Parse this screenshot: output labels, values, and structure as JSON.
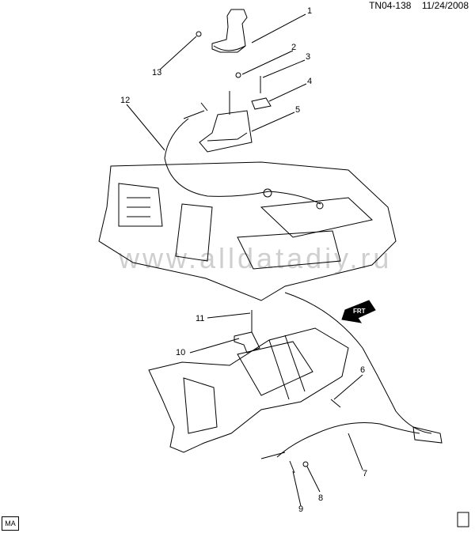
{
  "header": {
    "code": "TN04-138",
    "date": "11/24/2008"
  },
  "footer": {
    "badge": "MA"
  },
  "watermark": "www.alldatadiy.ru",
  "callouts": [
    {
      "n": "1"
    },
    {
      "n": "2"
    },
    {
      "n": "3"
    },
    {
      "n": "4"
    },
    {
      "n": "5"
    },
    {
      "n": "6"
    },
    {
      "n": "7"
    },
    {
      "n": "8"
    },
    {
      "n": "9"
    },
    {
      "n": "10"
    },
    {
      "n": "11"
    },
    {
      "n": "12"
    },
    {
      "n": "13"
    }
  ],
  "front_arrow_label": "FRT"
}
